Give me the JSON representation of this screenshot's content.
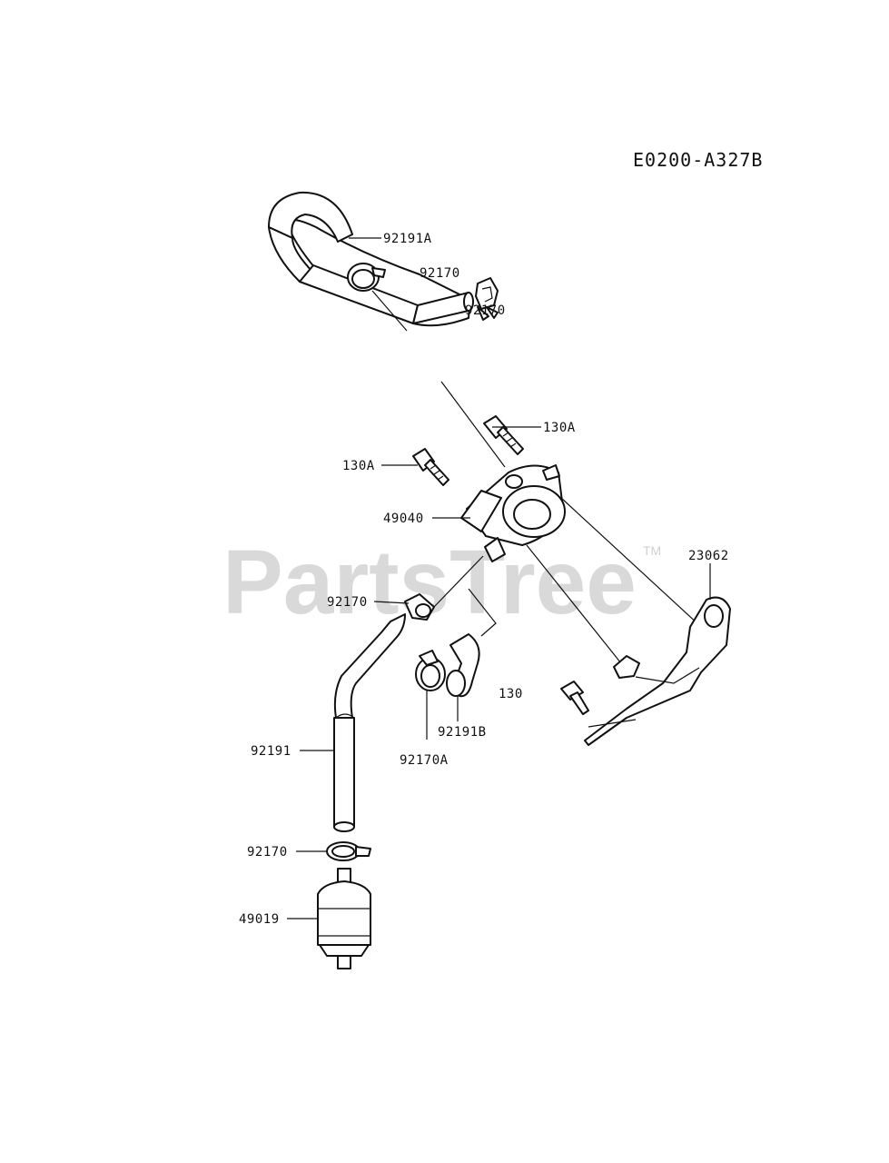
{
  "diagram_id": "E0200-A327B",
  "watermark": "PartsTree",
  "trademark": "TM",
  "callouts": [
    {
      "id": "92191A",
      "label": "92191A"
    },
    {
      "id": "92170-top",
      "label": "92170"
    },
    {
      "id": "92170-clip",
      "label": "92170"
    },
    {
      "id": "130A-right",
      "label": "130A"
    },
    {
      "id": "130A-left",
      "label": "130A"
    },
    {
      "id": "49040",
      "label": "49040"
    },
    {
      "id": "23062",
      "label": "23062"
    },
    {
      "id": "92170-mid",
      "label": "92170"
    },
    {
      "id": "130",
      "label": "130"
    },
    {
      "id": "92191B",
      "label": "92191B"
    },
    {
      "id": "92170A",
      "label": "92170A"
    },
    {
      "id": "92191",
      "label": "92191"
    },
    {
      "id": "92170-bottom",
      "label": "92170"
    },
    {
      "id": "49019",
      "label": "49019"
    }
  ]
}
